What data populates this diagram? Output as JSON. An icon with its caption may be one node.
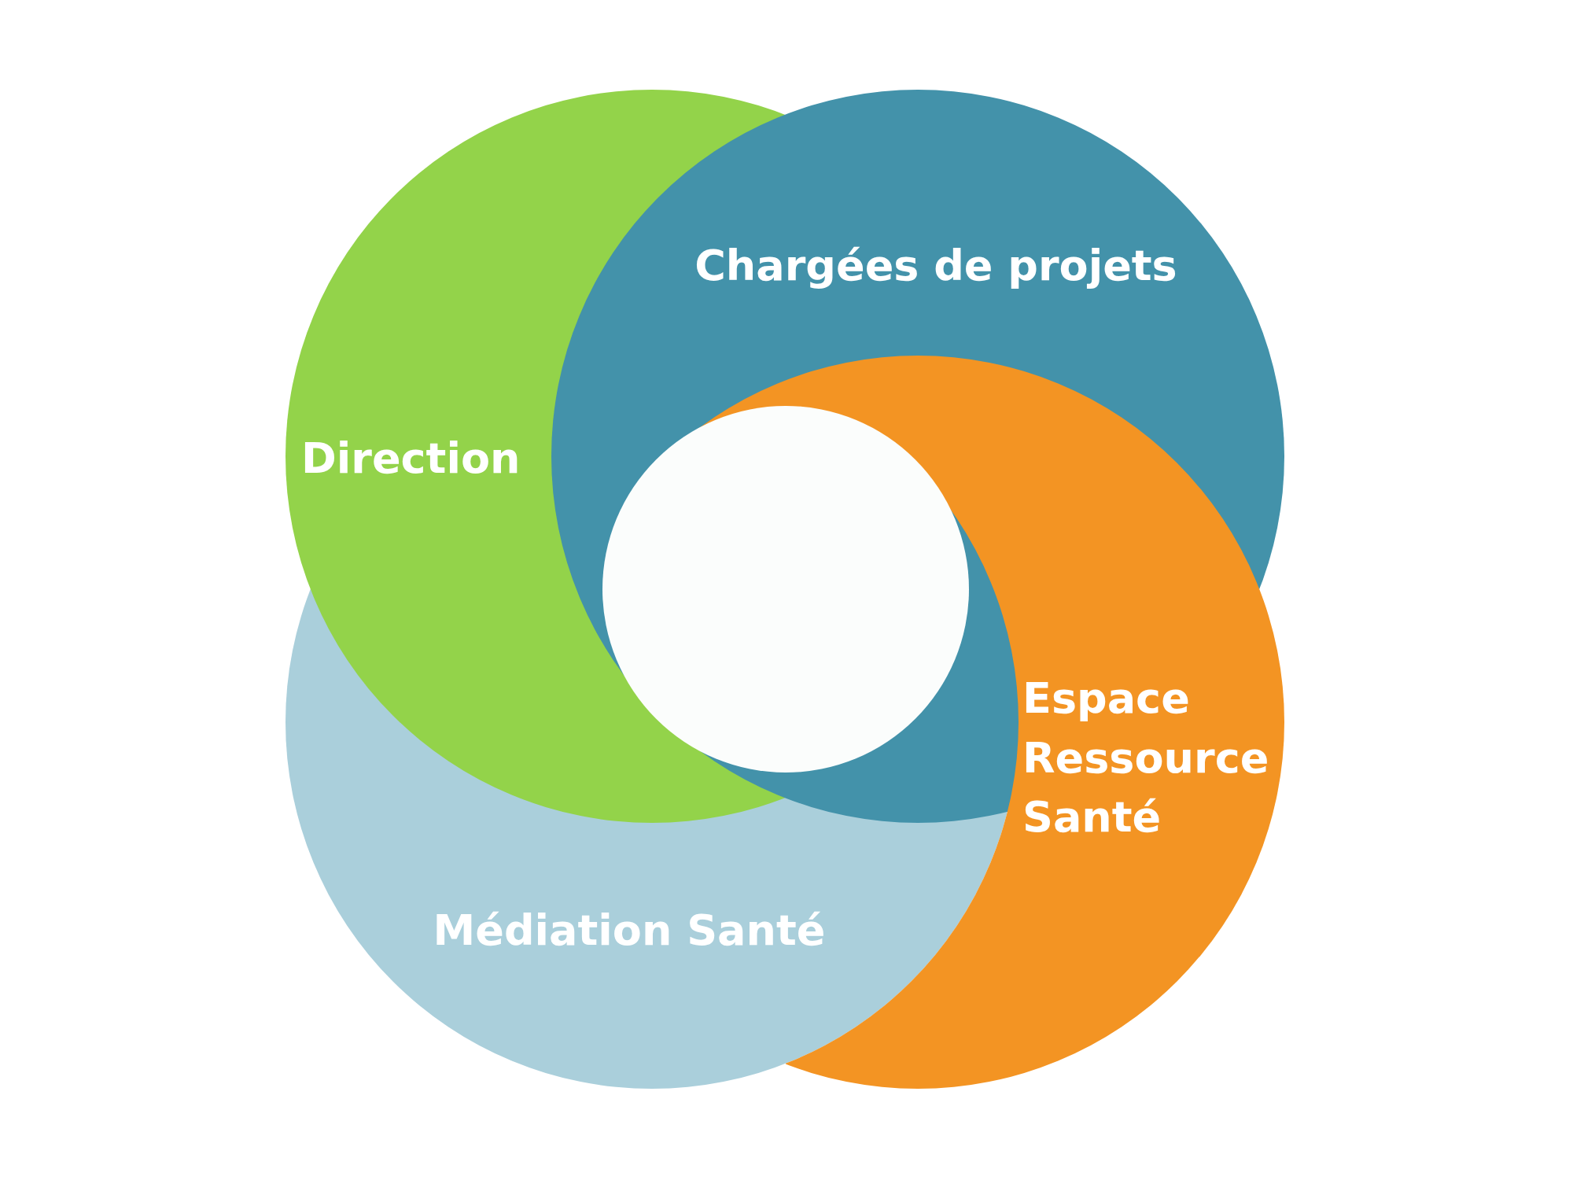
{
  "diagram": {
    "nodes": [
      {
        "text": [
          "Direction"
        ]
      },
      {
        "text": [
          "Chargées de projets"
        ]
      },
      {
        "text": [
          "Espace Ressource Santé"
        ]
      },
      {
        "text": [
          "Médiation Santé"
        ]
      },
      {
        "text": [],
        "shape": "circle"
      }
    ]
  }
}
